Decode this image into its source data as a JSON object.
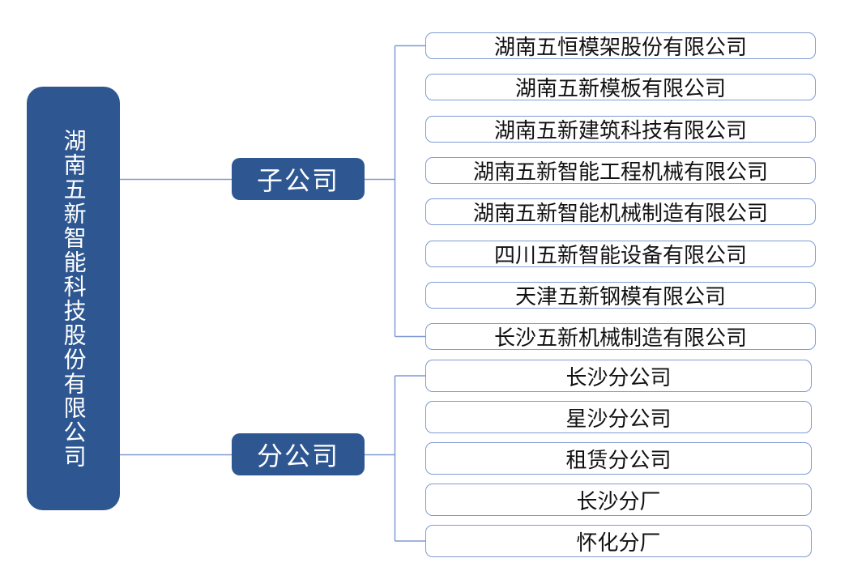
{
  "root": {
    "name": "湖南五新智能科技股份有限公司"
  },
  "groups": [
    {
      "label": "子公司",
      "children": [
        "湖南五恒模架股份有限公司",
        "湖南五新模板有限公司",
        "湖南五新建筑科技有限公司",
        "湖南五新智能工程机械有限公司",
        "湖南五新智能机械制造有限公司",
        "四川五新智能设备有限公司",
        "天津五新钢模有限公司",
        "长沙五新机械制造有限公司"
      ]
    },
    {
      "label": "分公司",
      "children": [
        "长沙分公司",
        "星沙分公司",
        "租赁分公司",
        "长沙分厂",
        "怀化分厂"
      ]
    }
  ],
  "colors": {
    "dark_blue": "#2E5792",
    "light_blue": "#7F9BD3",
    "node_text": "#111111",
    "background": "#FFFFFF"
  }
}
